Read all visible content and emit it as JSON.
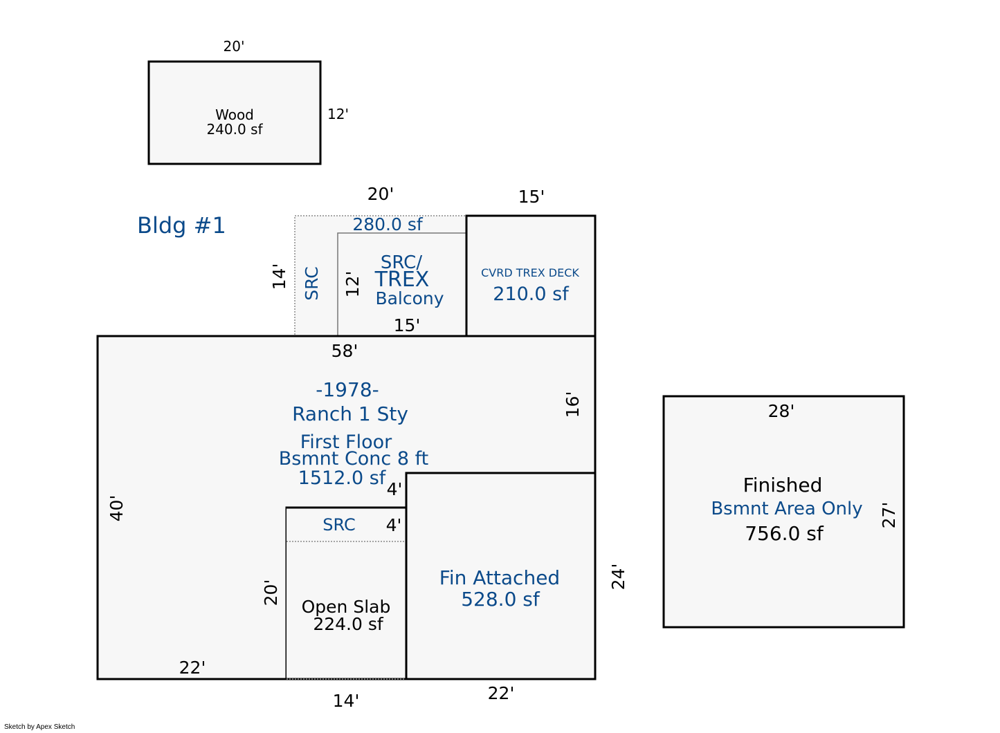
{
  "building_label": "Bldg #1",
  "credit": "Sketch by Apex Sketch",
  "wood_deck": {
    "name": "Wood",
    "area": "240.0 sf",
    "width": "20'",
    "depth": "12'"
  },
  "src_area": {
    "area": "280.0 sf",
    "width": "20'",
    "depth": "14'",
    "label": "SRC"
  },
  "balcony": {
    "line1": "SRC/",
    "line2": "TREX",
    "line3": "Balcony",
    "depth": "12'",
    "width": "15'"
  },
  "cvrd_deck": {
    "name": "CVRD TREX DECK",
    "area": "210.0 sf",
    "width": "15'"
  },
  "main_house": {
    "year": "-1978-",
    "style": "Ranch 1 Sty",
    "floor": "First Floor",
    "basement": "Bsmnt Conc 8 ft",
    "area": "1512.0 sf",
    "top_width": "58'",
    "right_depth": "16'",
    "left_depth": "40'",
    "bottom_width": "22'",
    "notch_upper": "4'"
  },
  "src_porch": {
    "label": "SRC",
    "depth": "4'"
  },
  "open_slab": {
    "name": "Open Slab",
    "area": "224.0 sf",
    "depth": "20'",
    "width": "14'"
  },
  "garage": {
    "name": "Fin Attached",
    "area": "528.0 sf",
    "depth": "24'",
    "width": "22'"
  },
  "basement": {
    "line1": "Finished",
    "line2": "Bsmnt Area Only",
    "area": "756.0 sf",
    "width": "28'",
    "depth": "27'"
  },
  "colors": {
    "outline": "#000000",
    "fill": "#f7f7f7",
    "label_blue": "#0b4a8a",
    "dotted": "#888888"
  }
}
